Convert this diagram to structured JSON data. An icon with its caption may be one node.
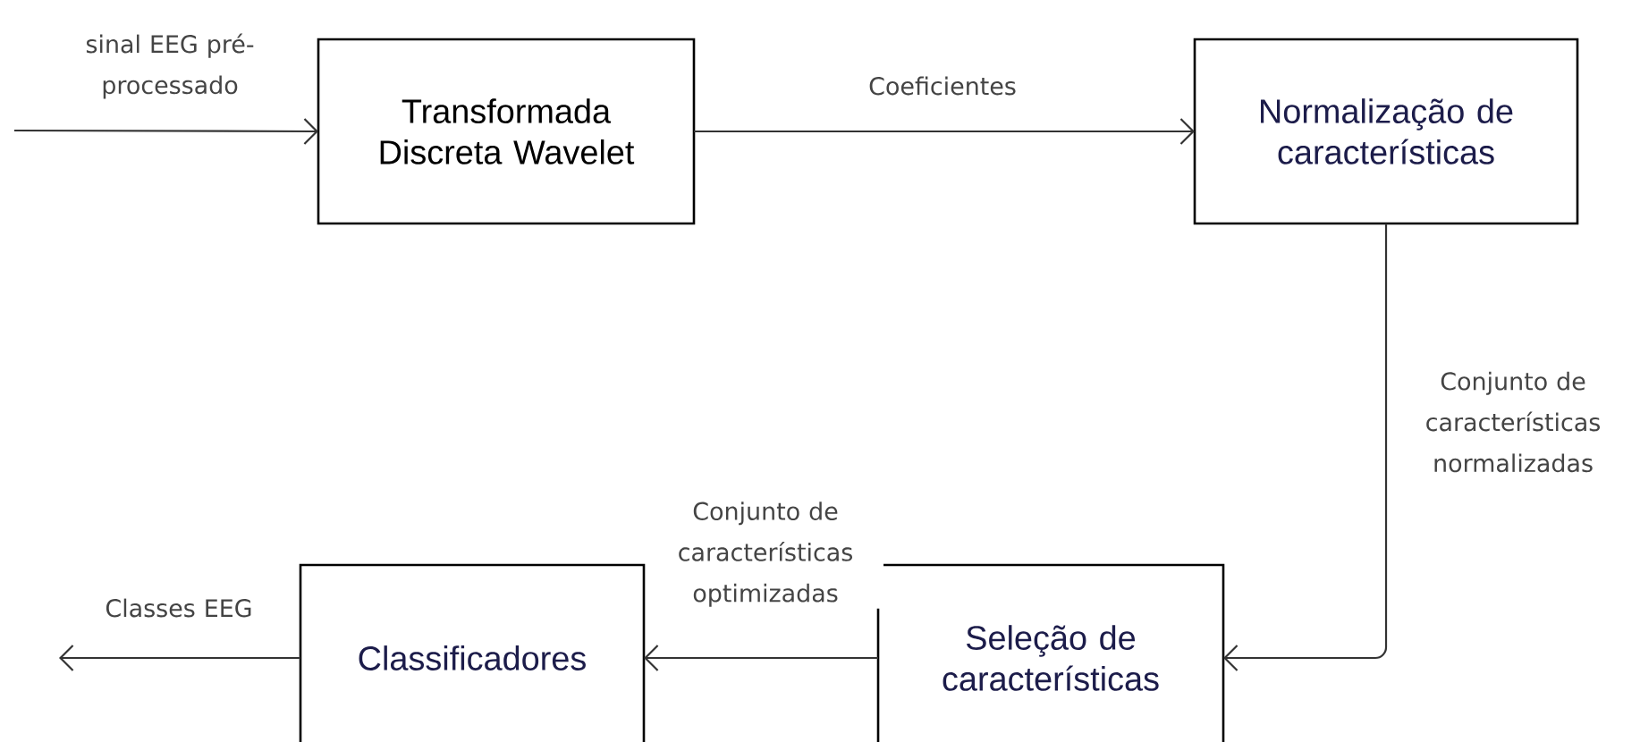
{
  "diagram": {
    "nodes": [
      {
        "text": [
          "Transformada Discreta Wavelet"
        ]
      },
      {
        "text": [
          "Normalização de características"
        ]
      },
      {
        "text": [
          "Seleção de características"
        ]
      },
      {
        "text": [
          "Classificadores"
        ]
      }
    ],
    "edges": [
      {
        "from": null,
        "to": 0,
        "arrow": "to",
        "label": "sinal EEG pré-processado"
      },
      {
        "from": 0,
        "to": 1,
        "arrow": "to",
        "label": "Coeficientes"
      },
      {
        "from": 1,
        "to": 2,
        "arrow": "to",
        "label": "Conjunto de características normalizadas"
      },
      {
        "from": 2,
        "to": 3,
        "arrow": "to",
        "label": "Conjunto de características optimizadas"
      },
      {
        "from": 3,
        "to": null,
        "arrow": "to",
        "label": "Classes EEG"
      }
    ]
  }
}
